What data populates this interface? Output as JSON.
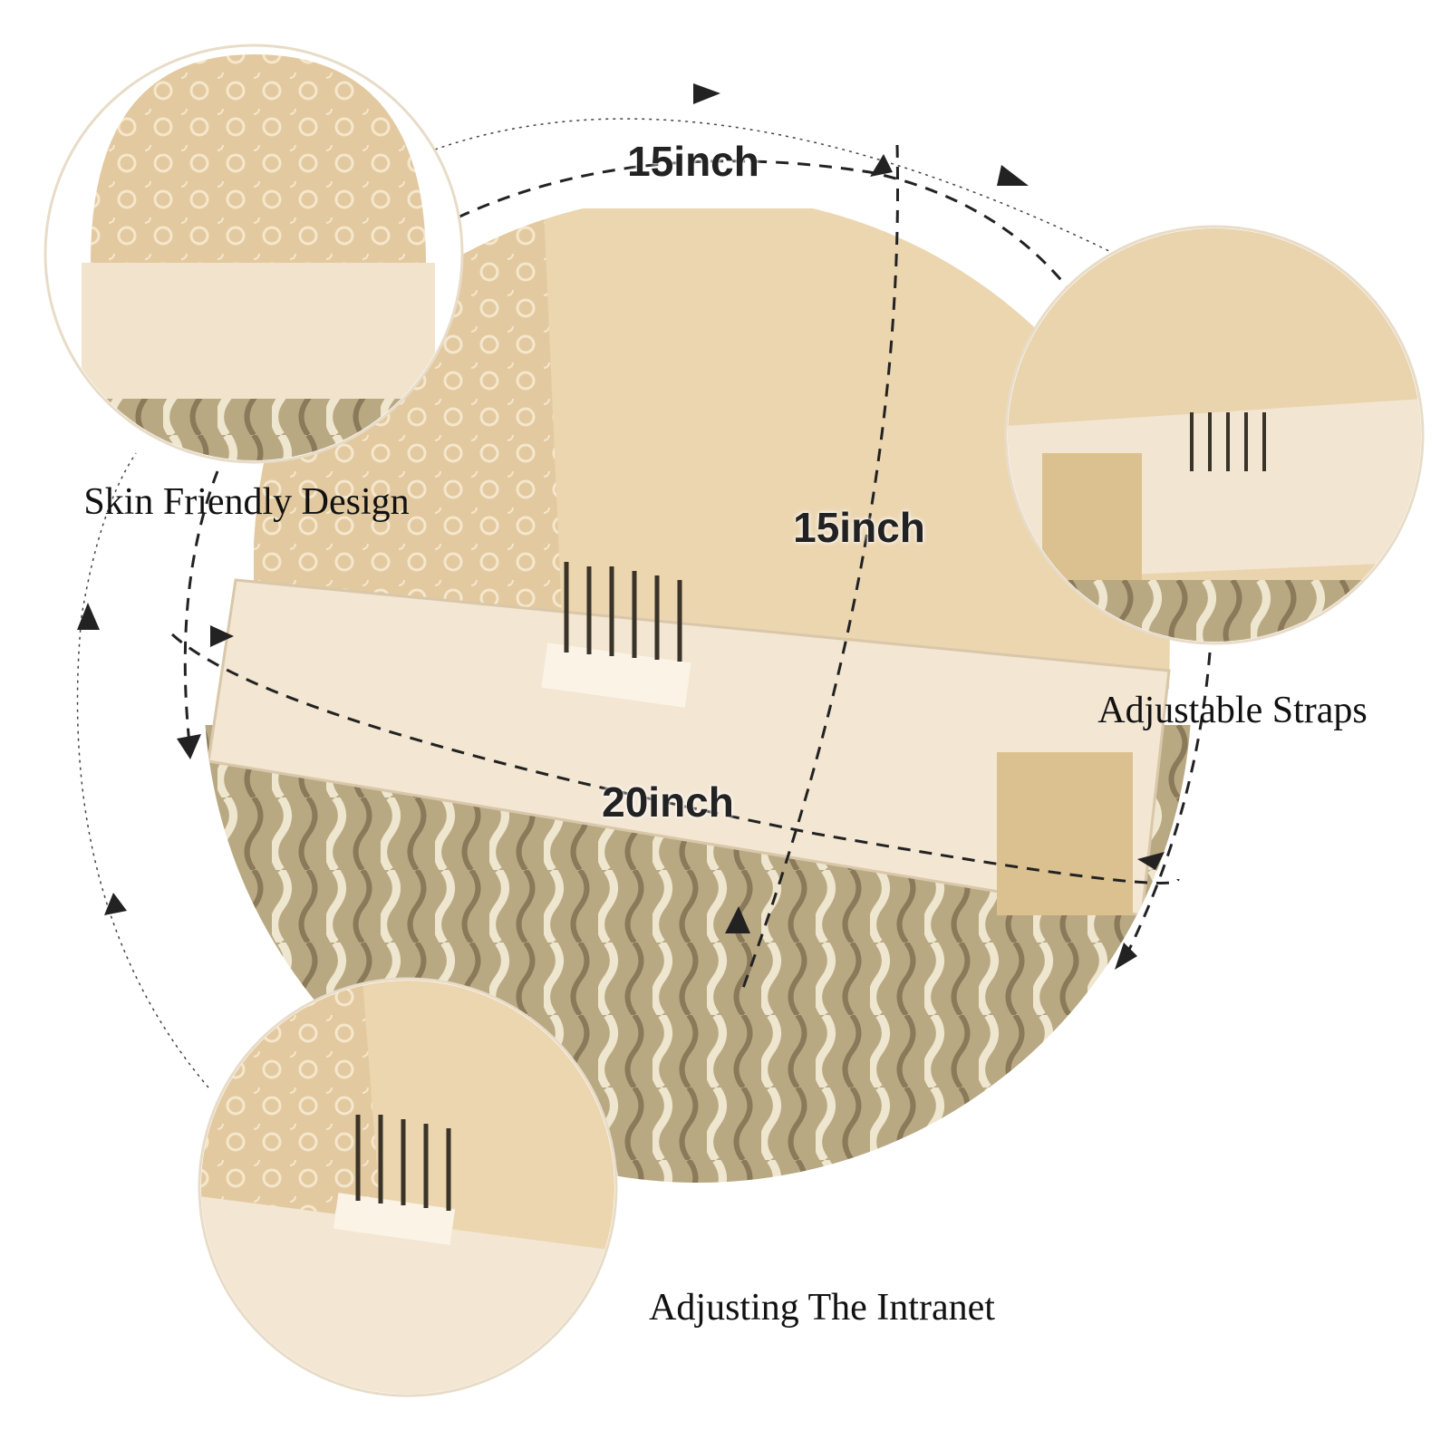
{
  "measurements": {
    "circumference_top": "15inch",
    "front_to_back": "15inch",
    "ear_to_ear": "20inch"
  },
  "captions": {
    "top_left": "Skin Friendly Design",
    "right": "Adjustable Straps",
    "bottom": "Adjusting The Intranet"
  },
  "colors": {
    "cap": "#e9d3ad",
    "band": "#f2e4cf",
    "hair": "#cdbf9e",
    "velcro": "#dcc190"
  }
}
